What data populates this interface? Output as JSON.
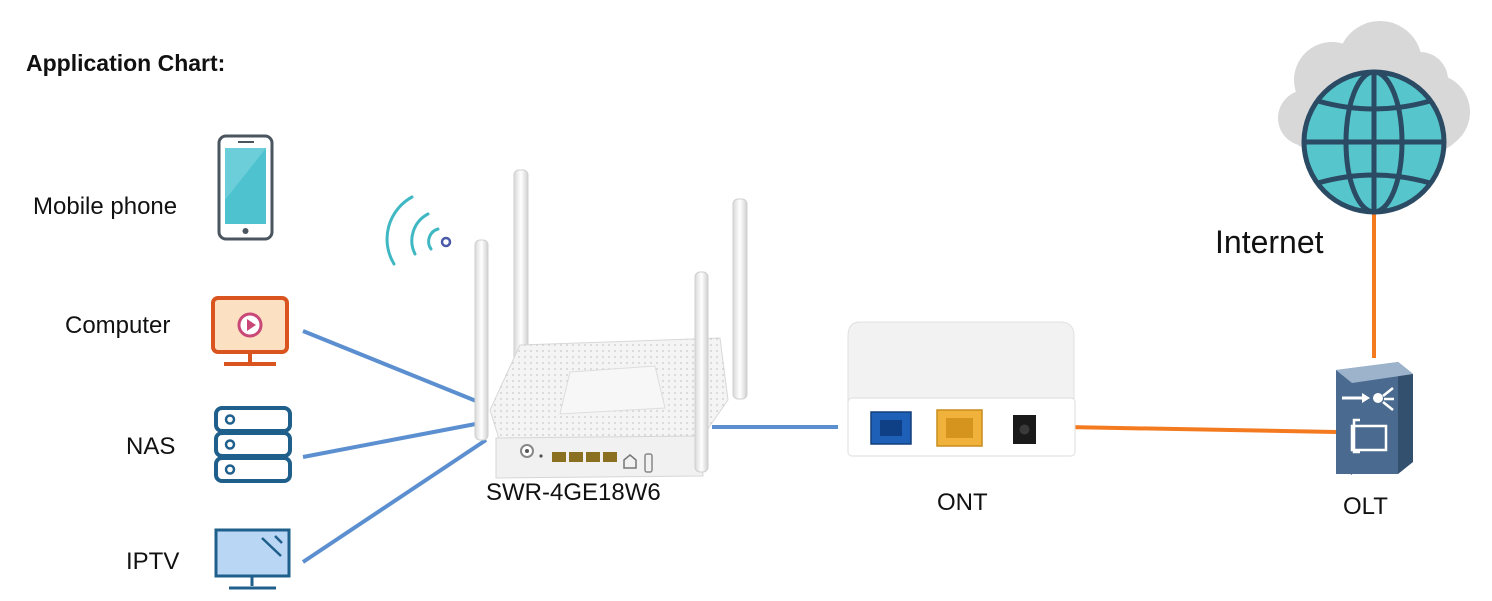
{
  "title": "Application Chart:",
  "devices": {
    "mobile": {
      "label": "Mobile phone",
      "icon": "mobile-phone-icon"
    },
    "computer": {
      "label": "Computer",
      "icon": "computer-monitor-icon"
    },
    "nas": {
      "label": "NAS",
      "icon": "nas-server-icon"
    },
    "iptv": {
      "label": "IPTV",
      "icon": "tv-icon"
    },
    "router": {
      "label": "SWR-4GE18W6",
      "icon": "router-icon"
    },
    "ont": {
      "label": "ONT",
      "icon": "ont-device-icon"
    },
    "olt": {
      "label": "OLT",
      "icon": "olt-device-icon"
    },
    "internet": {
      "label": "Internet",
      "icon": "globe-cloud-icon"
    }
  },
  "colors": {
    "lan_link": "#5b8fcf",
    "fiber_link": "#f47a20",
    "wifi": "#3fb8c4",
    "computer": "#d9541e",
    "nas": "#1f5f8b",
    "tv": "#1f5f8b",
    "globe": "#56c6cc",
    "globe_lines": "#2b4a63",
    "olt": "#4a6b8f",
    "cloud": "#d8d8d8"
  }
}
